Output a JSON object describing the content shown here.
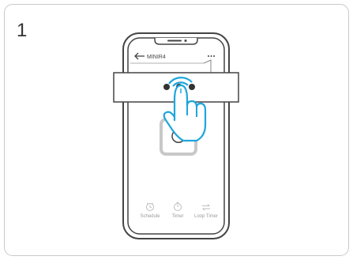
{
  "step": {
    "number": "1"
  },
  "phone": {
    "header": {
      "device_name": "MINIR4",
      "back_icon": "arrow-left-icon",
      "more_icon": "more-dots-icon"
    },
    "popup": {
      "icon": "three-dots-icon"
    },
    "power": {
      "icon": "power-icon"
    },
    "bottom_nav": [
      {
        "label": "Schedule",
        "icon": "alarm-clock-icon"
      },
      {
        "label": "Timer",
        "icon": "timer-icon"
      },
      {
        "label": "Loop Timer",
        "icon": "loop-icon"
      }
    ]
  },
  "hand": {
    "icon": "tap-hand-icon",
    "accent": "#1ea6db"
  },
  "colors": {
    "outline": "#444444",
    "light_gray": "#bdbdbd",
    "accent": "#1ea6db"
  }
}
